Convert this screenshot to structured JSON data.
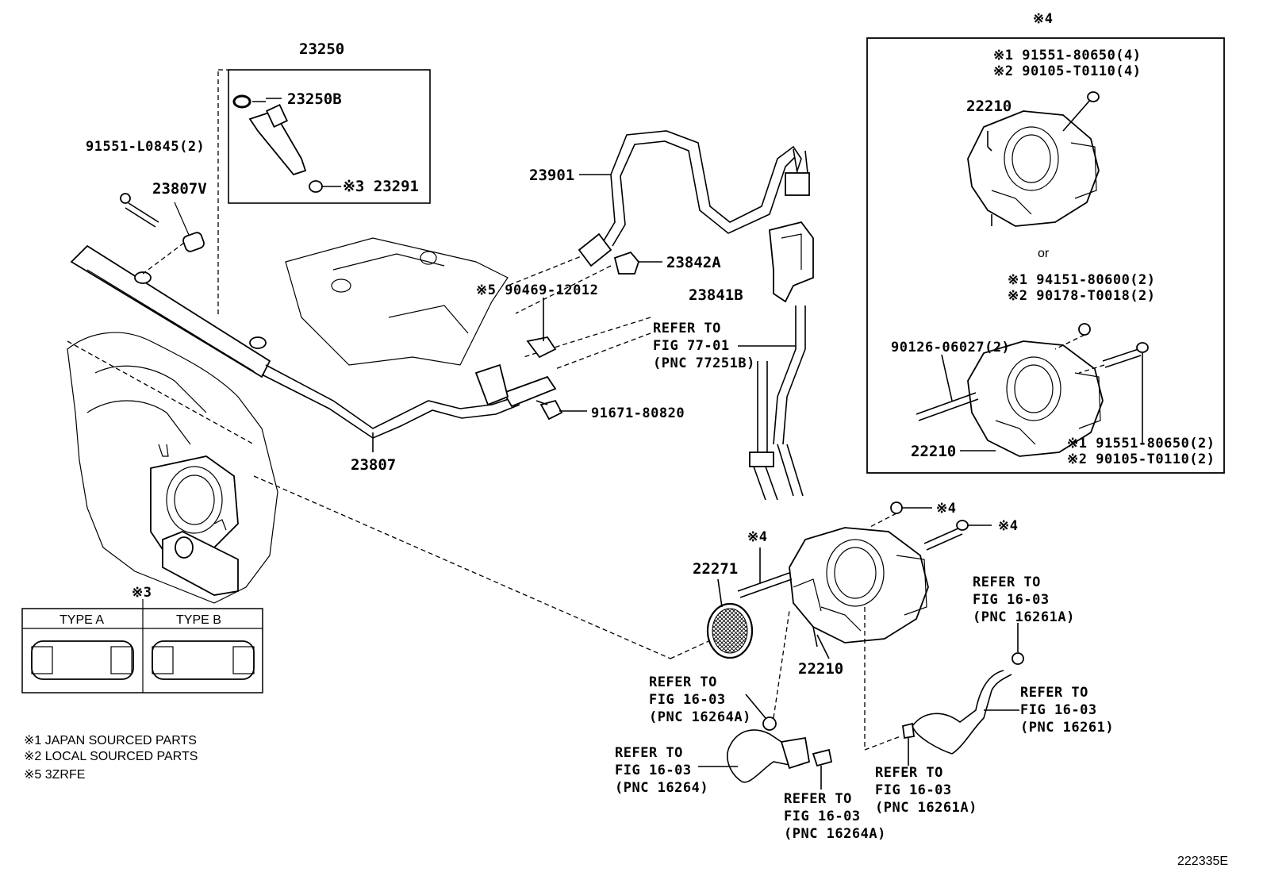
{
  "diagram_id": "222335E",
  "notes": {
    "n1": "※1 JAPAN SOURCED PARTS",
    "n2": "※2 LOCAL SOURCED PARTS",
    "n5": "※5 3ZRFE"
  },
  "type_table": {
    "marker": "※3",
    "type_a": "TYPE A",
    "type_b": "TYPE B"
  },
  "labels": {
    "p23250": "23250",
    "p23250b": "23250B",
    "p23291": "※3 23291",
    "p91551l": "91551-L0845(2)",
    "p23807v": "23807V",
    "p23807": "23807",
    "p23901": "23901",
    "p23842a": "23842A",
    "p23841b": "23841B",
    "p90469": "※5 90469-12012",
    "p91671": "91671-80820",
    "p22271": "22271",
    "p22210_bottom": "22210",
    "mark4_a": "※4",
    "mark4_b": "※4",
    "mark4_c": "※4"
  },
  "refs": {
    "r77": [
      "REFER TO",
      "FIG 77-01",
      "(PNC 77251B)"
    ],
    "r16264a": [
      "REFER TO",
      "FIG 16-03",
      "(PNC 16264A)"
    ],
    "r16264": [
      "REFER TO",
      "FIG 16-03",
      "(PNC 16264)"
    ],
    "r16264a_b": [
      "REFER TO",
      "FIG 16-03",
      "(PNC 16264A)"
    ],
    "r16261a_top": [
      "REFER TO",
      "FIG 16-03",
      "(PNC 16261A)"
    ],
    "r16261": [
      "REFER TO",
      "FIG 16-03",
      "(PNC 16261)"
    ],
    "r16261a_b": [
      "REFER TO",
      "FIG 16-03",
      "(PNC 16261A)"
    ]
  },
  "inset": {
    "marker": "※4",
    "top_l1": "※1 91551-80650(4)",
    "top_l2": "※2 90105-T0110(4)",
    "top_part": "22210",
    "or": "or",
    "mid_l1": "※1 94151-80600(2)",
    "mid_l2": "※2 90178-T0018(2)",
    "stud": "90126-06027(2)",
    "bot_part": "22210",
    "bot_l1": "※1 91551-80650(2)",
    "bot_l2": "※2 90105-T0110(2)"
  }
}
